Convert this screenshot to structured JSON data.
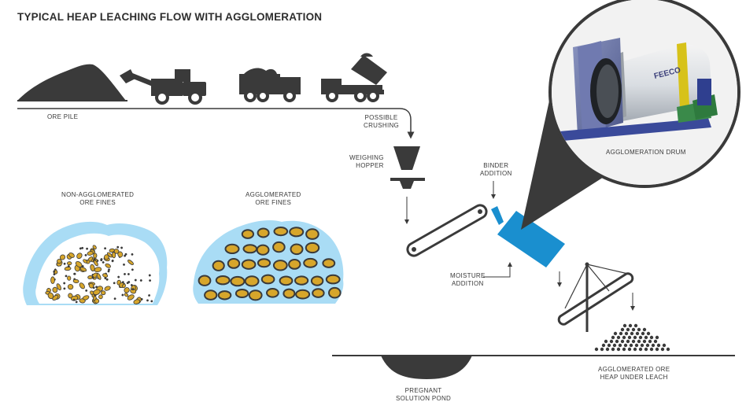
{
  "title": "TYPICAL HEAP LEACHING FLOW WITH AGGLOMERATION",
  "labels": {
    "ore_pile": "ORE PILE",
    "possible_crushing": [
      "POSSIBLE",
      "CRUSHING"
    ],
    "weighing_hopper": [
      "WEIGHING",
      "HOPPER"
    ],
    "binder_addition": [
      "BINDER",
      "ADDITION"
    ],
    "moisture_addition": [
      "MOISTURE",
      "ADDITION"
    ],
    "non_agglomerated": [
      "NON-AGGLOMERATED",
      "ORE FINES"
    ],
    "agglomerated": [
      "AGGLOMERATED",
      "ORE FINES"
    ],
    "agglomeration_drum": "AGGLOMERATION DRUM",
    "heap_under_leach": [
      "AGGLOMERATED ORE",
      "HEAP UNDER LEACH"
    ],
    "pregnant_pond": [
      "PREGNANT",
      "SOLUTION POND"
    ]
  },
  "drum_brand": "FEECO",
  "colors": {
    "dark": "#3a3a3a",
    "drum_blue": "#1a8fcf",
    "fines_blue": "#a9dcf5",
    "agglomerate_gold": "#d7a62b",
    "agglomerate_outline": "#3a3a3a"
  }
}
